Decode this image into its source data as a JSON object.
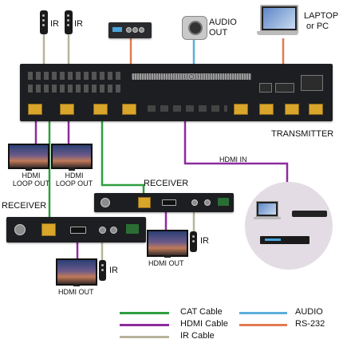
{
  "labels": {
    "ir_left_1": "IR",
    "ir_left_2": "IR",
    "audio_out_1": "AUDIO",
    "audio_out_2": "OUT",
    "laptop_1": "LAPTOP",
    "laptop_2": "or PC",
    "transmitter": "TRANSMITTER",
    "hdmi_in": "HDMI IN",
    "hdmi_loop_out_a_1": "HDMI",
    "hdmi_loop_out_a_2": "LOOP OUT",
    "hdmi_loop_out_b_1": "HDMI",
    "hdmi_loop_out_b_2": "LOOP OUT",
    "receiver_right": "RECEIVER",
    "receiver_left": "RECEIVER",
    "ir_mid": "IR",
    "hdmi_out_mid": "HDMI OUT",
    "ir_bottom": "IR",
    "hdmi_out_bottom": "HDMI OUT"
  },
  "legend": [
    {
      "label": "CAT Cable",
      "color": "#2e9e3e"
    },
    {
      "label": "HDMI Cable",
      "color": "#8e2b9e"
    },
    {
      "label": "IR Cable",
      "color": "#b7b39c"
    },
    {
      "label": "AUDIO",
      "color": "#5aaedc"
    },
    {
      "label": "RS-232",
      "color": "#e07b52"
    }
  ],
  "colors": {
    "cat": "#2e9e3e",
    "hdmi": "#8e2b9e",
    "ir": "#b7b39c",
    "audio": "#5aaedc",
    "rs232": "#e07b52",
    "device": "#1d1e21",
    "port": "#d9a52a",
    "source_circle": "#e4dce4"
  },
  "icons": {
    "ir_emitter": "ir-remote-icon",
    "audio_amp": "amplifier-icon",
    "speaker": "speaker-icon",
    "laptop": "laptop-icon",
    "tv": "tv-icon",
    "bluray": "bluray-player-icon",
    "streaming_box": "streaming-box-icon"
  }
}
